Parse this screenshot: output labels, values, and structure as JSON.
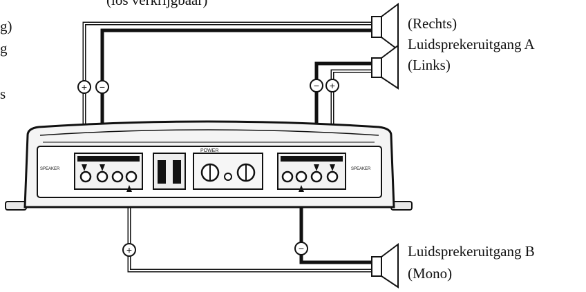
{
  "header_fragment": "(los verkrijgbaar)",
  "left_fragments": [
    "g)",
    "g",
    "s"
  ],
  "speaker_right": {
    "line1": "(Rechts)"
  },
  "speaker_a": {
    "title": "Luidsprekeruitgang A",
    "line2": "(Links)"
  },
  "speaker_b": {
    "title": "Luidsprekeruitgang B",
    "line2": "(Mono)"
  },
  "amp_labels": {
    "power": "POWER",
    "left_terminal": "SPEAKER",
    "right_terminal": "SPEAKER"
  },
  "polarity_symbols": {
    "plus": "+",
    "minus": "−"
  },
  "colors": {
    "line": "#111111",
    "wire_dark": "#1a1a1a",
    "wire_light": "#ffffff",
    "panel": "#f2f2f2"
  }
}
